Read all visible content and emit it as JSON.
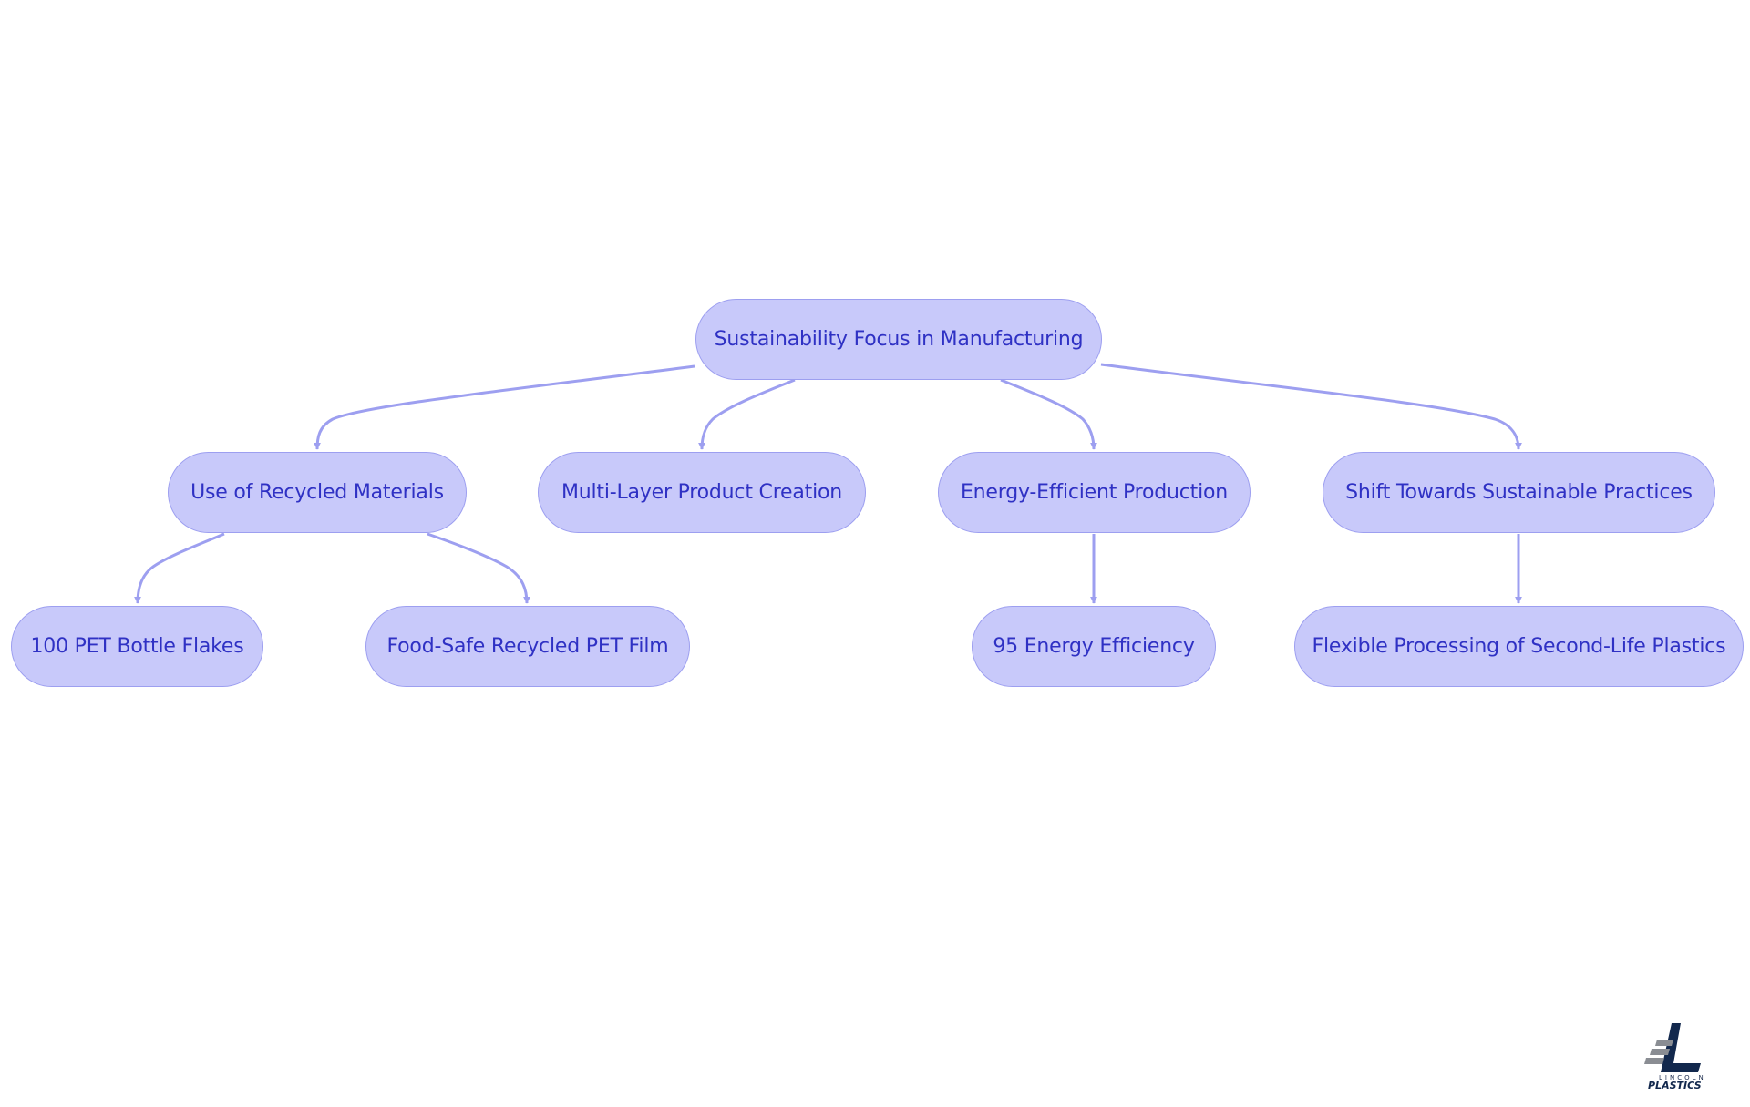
{
  "diagram": {
    "root": {
      "label": "Sustainability Focus in Manufacturing"
    },
    "branches": [
      {
        "label": "Use of Recycled Materials"
      },
      {
        "label": "Multi-Layer Product Creation"
      },
      {
        "label": "Energy-Efficient Production"
      },
      {
        "label": "Shift Towards Sustainable Practices"
      }
    ],
    "leaves": [
      {
        "label": "100 PET Bottle Flakes"
      },
      {
        "label": "Food-Safe Recycled PET Film"
      },
      {
        "label": "95 Energy Efficiency"
      },
      {
        "label": "Flexible Processing of Second-Life Plastics"
      }
    ],
    "colors": {
      "node_fill": "#c8c9fa",
      "node_border": "#9d9ff0",
      "node_text": "#2f31c4",
      "edge": "#9d9ff0"
    }
  },
  "logo": {
    "line1": "LINCOLN",
    "line2": "PLASTICS"
  }
}
